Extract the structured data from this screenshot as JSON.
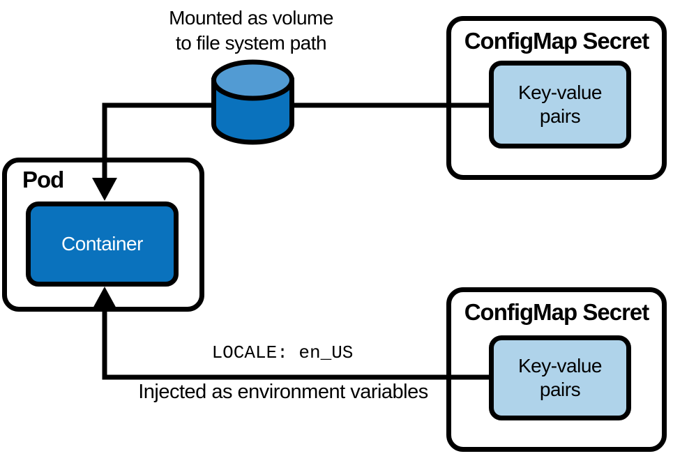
{
  "labels": {
    "mounted_line1": "Mounted as volume",
    "mounted_line2": "to file system path",
    "env_code": "LOCALE: en_US",
    "injected_caption": "Injected as environment variables"
  },
  "pod": {
    "title": "Pod",
    "container_label": "Container"
  },
  "configmaps": [
    {
      "title": "ConfigMap Secret",
      "pairs_line1": "Key-value",
      "pairs_line2": "pairs"
    },
    {
      "title": "ConfigMap Secret",
      "pairs_line1": "Key-value",
      "pairs_line2": "pairs"
    }
  ],
  "icons": {
    "volume": "volume-cylinder-icon",
    "arrow_down": "arrow-down-icon",
    "arrow_up": "arrow-up-icon"
  },
  "colors": {
    "diagram_blue": "#0a72bd",
    "cylinder_top_blue": "#529bd3",
    "key_value_light_blue": "#afd3ea",
    "line_black": "#000000",
    "container_text": "#ffffff",
    "background": "#ffffff"
  }
}
